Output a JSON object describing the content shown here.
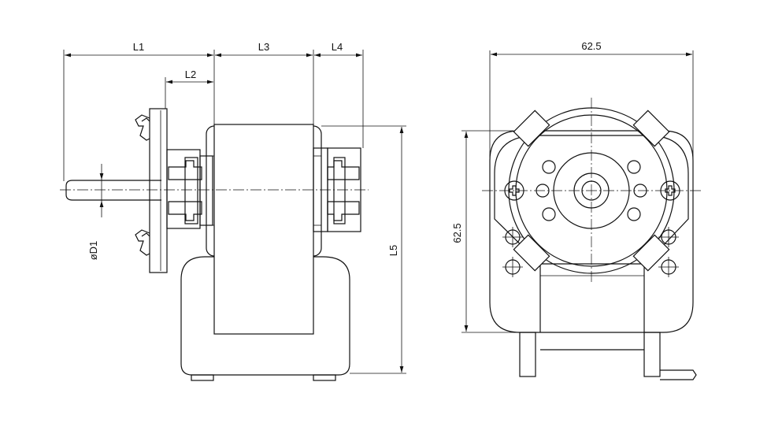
{
  "side_view": {
    "dims": {
      "l1": "L1",
      "l2": "L2",
      "l3": "L3",
      "l4": "L4",
      "l5": "L5",
      "d1": "øD1"
    }
  },
  "front_view": {
    "dims": {
      "width": "62.5",
      "height": "62.5"
    }
  }
}
